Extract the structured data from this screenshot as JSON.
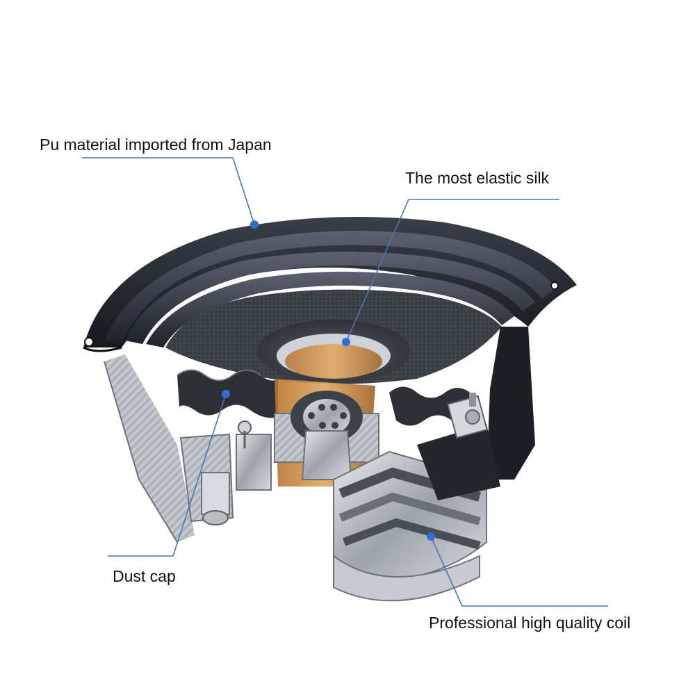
{
  "colors": {
    "leader": "#4a74b8",
    "dot": "#2f6fd0",
    "text": "#111111",
    "background": "#ffffff"
  },
  "callouts": [
    {
      "text": "Pu material imported from Japan",
      "target": "surround"
    },
    {
      "text": "The most elastic silk",
      "target": "center-cone"
    },
    {
      "text": "Dust cap",
      "target": "spider"
    },
    {
      "text": "Professional high quality coil",
      "target": "magnet-coil"
    }
  ],
  "illustration": {
    "subject": "speaker-cutaway",
    "icon": "speaker-cutaway-illustration"
  }
}
